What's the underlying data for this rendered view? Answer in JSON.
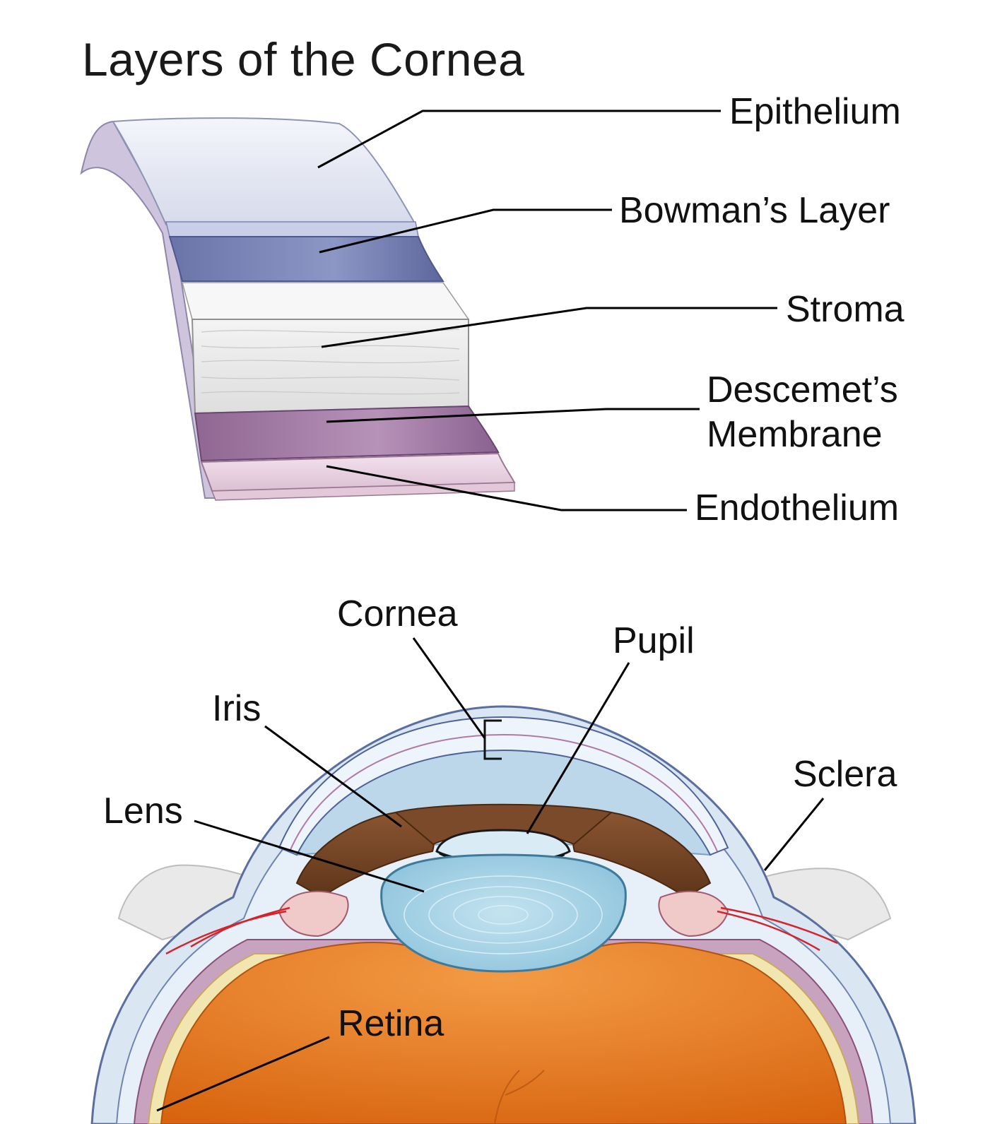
{
  "title": "Layers of the Cornea",
  "layers_labels": {
    "epithelium": "Epithelium",
    "bowmans_layer": "Bowman’s Layer",
    "stroma": "Stroma",
    "descemets_line1": "Descemet’s",
    "descemets_line2": "Membrane",
    "endothelium": "Endothelium"
  },
  "eye_labels": {
    "cornea": "Cornea",
    "pupil": "Pupil",
    "iris": "Iris",
    "sclera": "Sclera",
    "lens": "Lens",
    "retina": "Retina"
  },
  "colors": {
    "epithelium": "#e3e6f2",
    "bowmans": "#7c86b8",
    "stroma": "#ececec",
    "descemets": "#a07aa3",
    "endothelium": "#e7cddf",
    "iris": "#7a4a2a",
    "lens": "#a8d4e8",
    "vitreous": "#e8781c",
    "sclera": "#dfe9f5"
  }
}
